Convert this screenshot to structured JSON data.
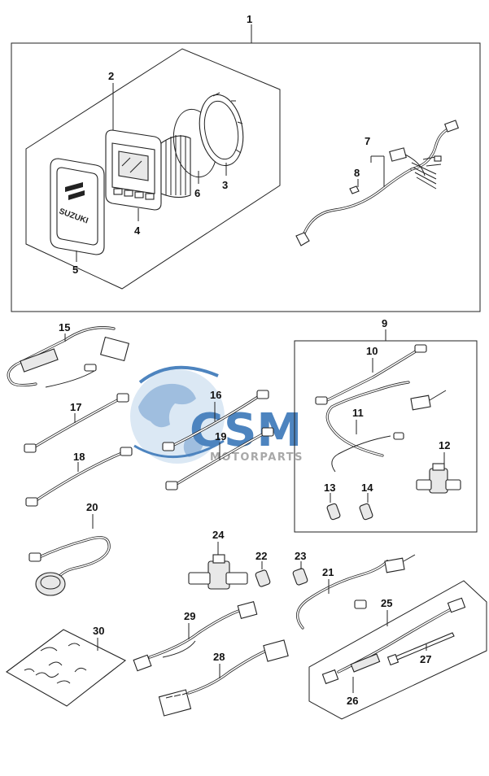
{
  "watermark": {
    "brand": "CSM",
    "tagline": "MOTORPARTS",
    "colors": {
      "blue": "#2f6fb4",
      "light": "#a9c7e6",
      "grey": "#b9b9b9"
    }
  },
  "brand_panel_text": "SUZUKI",
  "callouts": {
    "c1": "1",
    "c2": "2",
    "c3": "3",
    "c4": "4",
    "c5": "5",
    "c6": "6",
    "c7": "7",
    "c8": "8",
    "c9": "9",
    "c10": "10",
    "c11": "11",
    "c12": "12",
    "c13": "13",
    "c14": "14",
    "c15": "15",
    "c16": "16",
    "c17": "17",
    "c18": "18",
    "c19": "19",
    "c20": "20",
    "c21": "21",
    "c22": "22",
    "c23": "23",
    "c24": "24",
    "c25": "25",
    "c26": "26",
    "c27": "27",
    "c28": "28",
    "c29": "29",
    "c30": "30"
  }
}
